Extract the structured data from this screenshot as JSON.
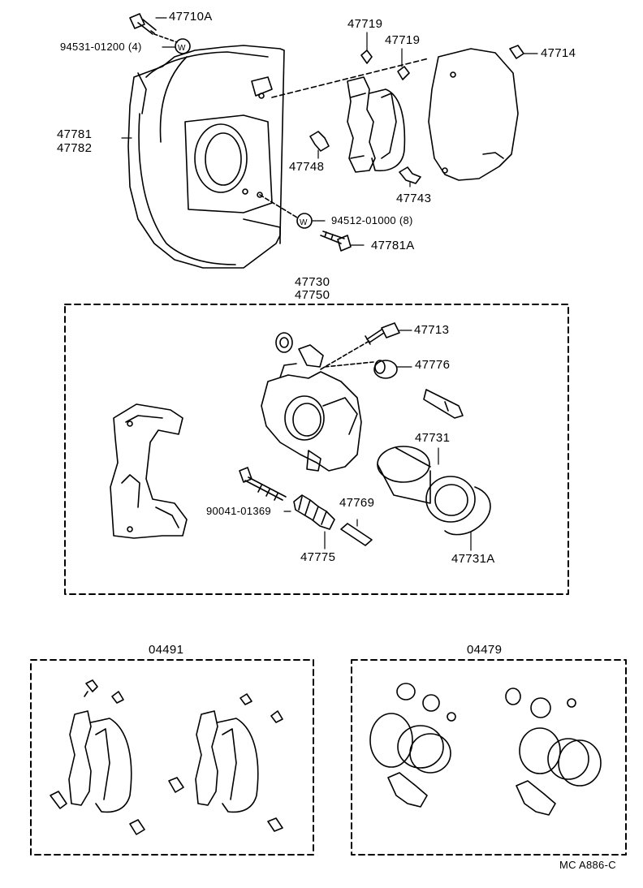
{
  "labels": {
    "p47710A": "47710A",
    "p9453101200": "94531-01200 (4)",
    "p47781": "47781",
    "p47782": "47782",
    "p47719a": "47719",
    "p47719b": "47719",
    "p47714": "47714",
    "p47748": "47748",
    "p47743": "47743",
    "p9451201000": "94512-01000 (8)",
    "p47781A": "47781A",
    "p47730": "47730",
    "p47750": "47750",
    "p47713": "47713",
    "p47776": "47776",
    "p47731": "47731",
    "p9004101369": "90041-01369",
    "p47769": "47769",
    "p47775": "47775",
    "p47731A": "47731A",
    "p04491": "04491",
    "p04479": "04479",
    "drawing_code": "MC A886-C"
  }
}
